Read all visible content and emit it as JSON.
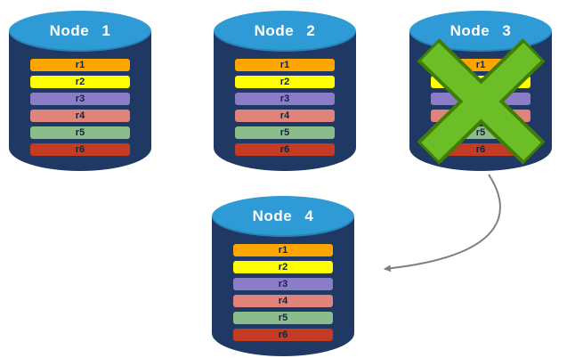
{
  "nodes": [
    {
      "label": "Node 1",
      "records": [
        {
          "label": "r1",
          "color": "#FFA500"
        },
        {
          "label": "r2",
          "color": "#FFFF00"
        },
        {
          "label": "r3",
          "color": "#8B7CC8"
        },
        {
          "label": "r4",
          "color": "#E0837A"
        },
        {
          "label": "r5",
          "color": "#8ABD8A"
        },
        {
          "label": "r6",
          "color": "#C23B22"
        }
      ]
    },
    {
      "label": "Node 2",
      "records": [
        {
          "label": "r1",
          "color": "#FFA500"
        },
        {
          "label": "r2",
          "color": "#FFFF00"
        },
        {
          "label": "r3",
          "color": "#8B7CC8"
        },
        {
          "label": "r4",
          "color": "#E0837A"
        },
        {
          "label": "r5",
          "color": "#8ABD8A"
        },
        {
          "label": "r6",
          "color": "#C23B22"
        }
      ]
    },
    {
      "label": "Node 3",
      "records": [
        {
          "label": "r1",
          "color": "#FFA500"
        },
        {
          "label": "r2",
          "color": "#FFFF00"
        },
        {
          "label": "r3",
          "color": "#8B7CC8"
        },
        {
          "label": "r4",
          "color": "#E0837A"
        },
        {
          "label": "r5",
          "color": "#8ABD8A"
        },
        {
          "label": "r6",
          "color": "#C23B22"
        }
      ]
    },
    {
      "label": "Node 4",
      "records": [
        {
          "label": "r1",
          "color": "#FFA500"
        },
        {
          "label": "r2",
          "color": "#FFFF00"
        },
        {
          "label": "r3",
          "color": "#8B7CC8"
        },
        {
          "label": "r4",
          "color": "#E0837A"
        },
        {
          "label": "r5",
          "color": "#8ABD8A"
        },
        {
          "label": "r6",
          "color": "#C23B22"
        }
      ]
    }
  ],
  "failure": {
    "node": "Node 3",
    "color": "#6CBE27",
    "outline_color": "#3F7D04"
  },
  "arrow": {
    "from": "Node 3",
    "to": "Node 4",
    "color": "#7F7F7F"
  },
  "colors": {
    "cylinder_body": "#1F3864",
    "cylinder_top": "#2E9BD6",
    "bar_text": "#14243E",
    "label_text": "#FFFFFF"
  }
}
